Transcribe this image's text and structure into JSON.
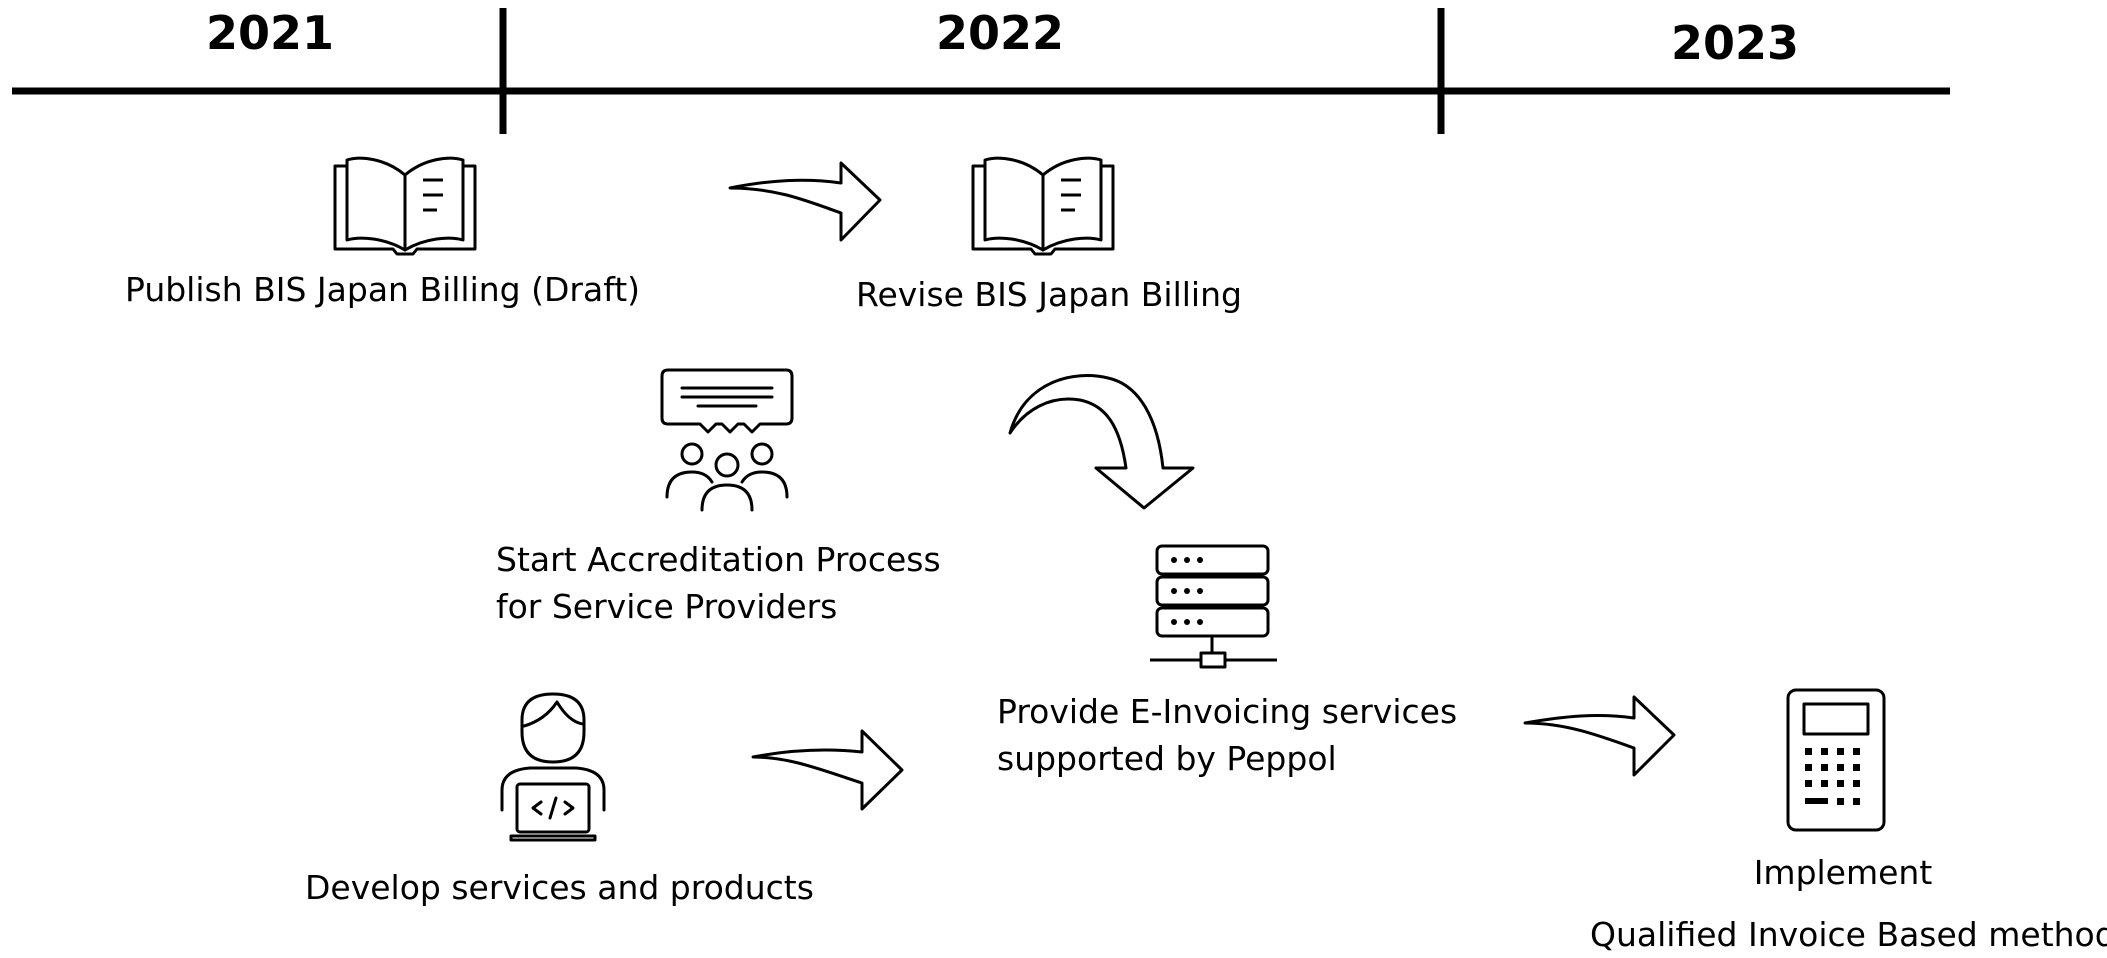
{
  "timeline": {
    "years": [
      "2021",
      "2022",
      "2023"
    ]
  },
  "steps": {
    "publish_draft": {
      "text": "Publish BIS Japan Billing (Draft)",
      "icon": "open-book-icon"
    },
    "revise": {
      "text": "Revise BIS Japan Billing",
      "icon": "open-book-icon"
    },
    "accreditation": {
      "line1": "Start Accreditation Process",
      "line2": "for Service Providers",
      "icon": "meeting-group-icon"
    },
    "develop": {
      "text": "Develop services and products",
      "icon": "developer-laptop-icon"
    },
    "provide": {
      "line1": "Provide E-Invoicing services",
      "line2": "supported by Peppol",
      "icon": "server-network-icon"
    },
    "implement": {
      "line1": "Implement",
      "line2": "Qualified Invoice Based method",
      "icon": "calculator-icon"
    }
  }
}
